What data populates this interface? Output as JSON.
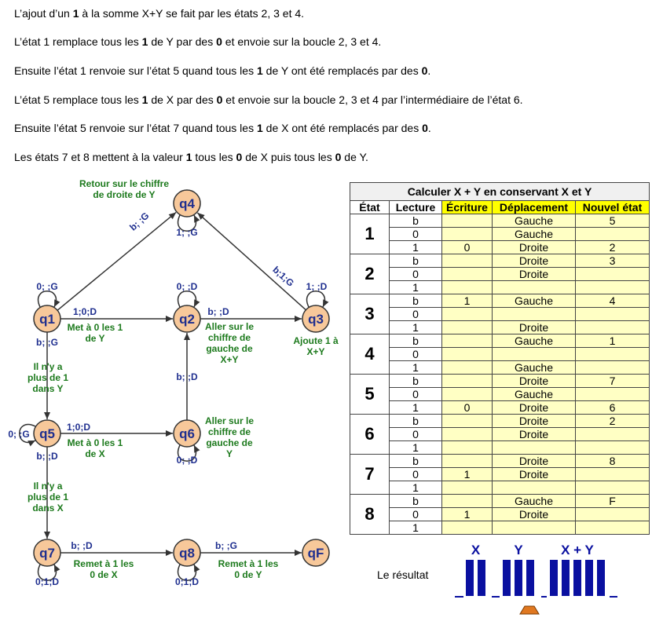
{
  "paragraphs": [
    [
      "L’ajout d’un ",
      "1",
      " à la somme X+Y se fait par les états 2, 3 et 4."
    ],
    [
      "L’état 1 remplace tous les ",
      "1",
      " de Y par des ",
      "0",
      " et envoie sur la boucle 2, 3 et 4."
    ],
    [
      "Ensuite l’état 1 renvoie sur l’état 5 quand tous les ",
      "1",
      " de Y ont été remplacés par des ",
      "0",
      "."
    ],
    [
      "L’état 5 remplace tous les ",
      "1",
      " de X par des ",
      "0",
      " et envoie sur la boucle 2, 3 et 4 par l’intermédiaire de l’état 6."
    ],
    [
      "Ensuite l’état 5 renvoie sur l’état 7 quand tous les ",
      "1",
      " de X ont été remplacés par des ",
      "0",
      "."
    ],
    [
      "Les états 7 et 8 mettent à la valeur ",
      "1",
      " tous les ",
      "0",
      " de X puis tous les ",
      "0",
      " de Y."
    ]
  ],
  "diagram": {
    "nodes": [
      "q4",
      "q1",
      "q2",
      "q3",
      "q5",
      "q6",
      "q7",
      "q8",
      "qF"
    ],
    "transitions": {
      "q4_loop": "1; ;G",
      "q1_q4": "b; ;G",
      "q3_q4": "b;1;G",
      "q1_loop": "0; ;G",
      "q1_q2": "1;0;D",
      "q2_loop": "0; ;D",
      "q2_q3": "b; ;D",
      "q3_loop": "1; ;D",
      "q1_q5": "b; ;G",
      "q6_q2": "b; ;D",
      "q5_loop": "0; ;G",
      "q5_q6": "1;0;D",
      "q6_loop": "0; ;D",
      "q5_q7": "b; ;D",
      "q7_q8": "b; ;D",
      "q8_qF": "b; ;G",
      "q7_loop": "0;1;D",
      "q8_loop": "0;1;D"
    },
    "notes": {
      "q4": [
        "Retour sur le chiffre",
        "de droite de Y"
      ],
      "q1": [
        "Met à 0 les 1",
        "de Y"
      ],
      "q2": [
        "Aller sur le",
        "chiffre de",
        "gauche de",
        "X+Y"
      ],
      "q3": [
        "Ajoute 1 à",
        "X+Y"
      ],
      "q1_q5": [
        "Il n'y a",
        "plus de 1",
        "dans Y"
      ],
      "q5_q7": [
        "Il n'y a",
        "plus de 1",
        "dans X"
      ],
      "q6": [
        "Aller sur le",
        "chiffre de",
        "gauche de",
        "Y"
      ],
      "q5": [
        "Met à 0 les 1",
        "de X"
      ],
      "q7": [
        "Remet à 1 les",
        "0 de X"
      ],
      "q8": [
        "Remet à 1 les",
        "0 de Y"
      ]
    }
  },
  "table": {
    "caption": "Calculer X + Y en conservant  X et Y",
    "headers": [
      "État",
      "Lecture",
      "Écriture",
      "Déplacement",
      "Nouvel état"
    ],
    "states": [
      {
        "etat": "1",
        "rows": [
          [
            "b",
            "",
            "Gauche",
            "5"
          ],
          [
            "0",
            "",
            "Gauche",
            ""
          ],
          [
            "1",
            "0",
            "Droite",
            "2"
          ]
        ]
      },
      {
        "etat": "2",
        "rows": [
          [
            "b",
            "",
            "Droite",
            "3"
          ],
          [
            "0",
            "",
            "Droite",
            ""
          ],
          [
            "1",
            "",
            "",
            ""
          ]
        ]
      },
      {
        "etat": "3",
        "rows": [
          [
            "b",
            "1",
            "Gauche",
            "4"
          ],
          [
            "0",
            "",
            "",
            ""
          ],
          [
            "1",
            "",
            "Droite",
            ""
          ]
        ]
      },
      {
        "etat": "4",
        "rows": [
          [
            "b",
            "",
            "Gauche",
            "1"
          ],
          [
            "0",
            "",
            "",
            ""
          ],
          [
            "1",
            "",
            "Gauche",
            ""
          ]
        ]
      },
      {
        "etat": "5",
        "rows": [
          [
            "b",
            "",
            "Droite",
            "7"
          ],
          [
            "0",
            "",
            "Gauche",
            ""
          ],
          [
            "1",
            "0",
            "Droite",
            "6"
          ]
        ]
      },
      {
        "etat": "6",
        "rows": [
          [
            "b",
            "",
            "Droite",
            "2"
          ],
          [
            "0",
            "",
            "Droite",
            ""
          ],
          [
            "1",
            "",
            "",
            ""
          ]
        ]
      },
      {
        "etat": "7",
        "rows": [
          [
            "b",
            "",
            "Droite",
            "8"
          ],
          [
            "0",
            "1",
            "Droite",
            ""
          ],
          [
            "1",
            "",
            "",
            ""
          ]
        ]
      },
      {
        "etat": "8",
        "rows": [
          [
            "b",
            "",
            "Gauche",
            "F"
          ],
          [
            "0",
            "1",
            "Droite",
            ""
          ],
          [
            "1",
            "",
            "",
            ""
          ]
        ]
      }
    ]
  },
  "result": {
    "label": "Le résultat",
    "groups": [
      {
        "label": "X",
        "bars": 2
      },
      {
        "label": "Y",
        "bars": 3
      },
      {
        "label": "X + Y",
        "bars": 5
      }
    ]
  },
  "colors": {
    "node_fill": "#f7c89a",
    "node_stroke": "#333333",
    "label_blue": "#1f2f8f",
    "label_green": "#1d7a1d",
    "bar_blue": "#0a10a0",
    "head_orange": "#e07820",
    "cell_yellow": "#ffffc4",
    "header_yellow": "#ffff00"
  }
}
